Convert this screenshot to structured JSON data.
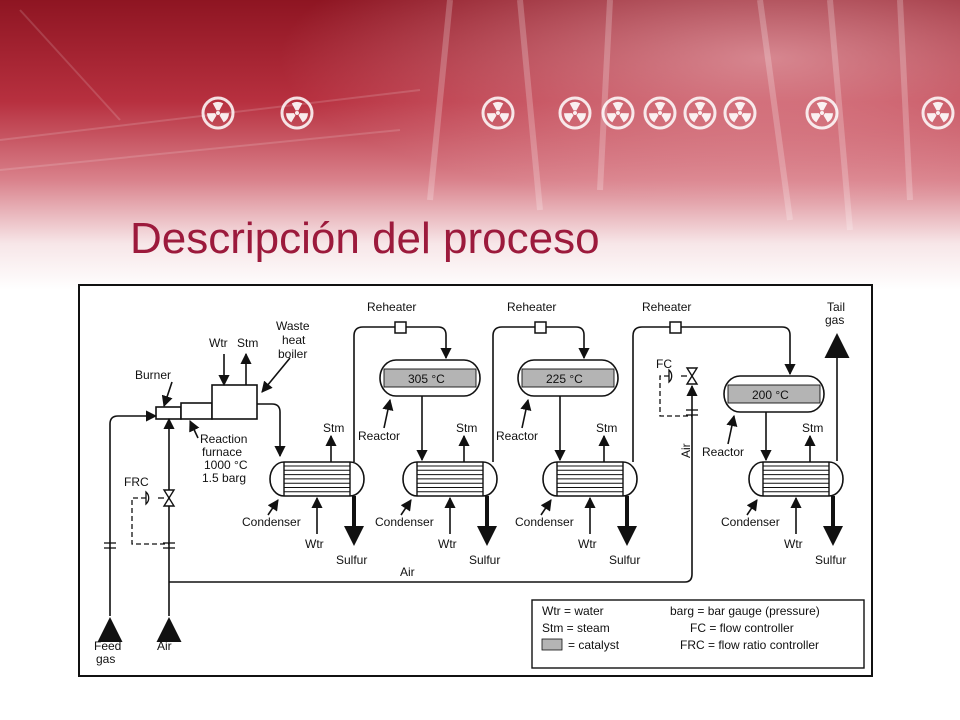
{
  "slide": {
    "title": "Descripción del proceso"
  },
  "colors": {
    "title": "#9c1a3c",
    "banner": "#b7303f",
    "catalyst": "#b4b4b4",
    "line": "#111111"
  },
  "diagram": {
    "labels": {
      "burner": "Burner",
      "wtr_top": "Wtr",
      "stm_top": "Stm",
      "waste": "Waste",
      "heat": "heat",
      "boiler": "boiler",
      "reaction": "Reaction",
      "furnace": "furnace",
      "furnace_temp": "1000 °C",
      "furnace_pressure": "1.5 barg",
      "frc": "FRC",
      "fc": "FC",
      "air_vertical": "Air",
      "air_line": "Air",
      "feed": "Feed",
      "gas": "gas",
      "air_inlet": "Air",
      "tail": "Tail",
      "tail_gas": "gas"
    },
    "reheaters": [
      "Reheater",
      "Reheater",
      "Reheater"
    ],
    "reactors": [
      {
        "temp": "305 °C",
        "label": "Reactor"
      },
      {
        "temp": "225 °C",
        "label": "Reactor"
      },
      {
        "temp": "200 °C",
        "label": "Reactor"
      }
    ],
    "condensers": [
      {
        "stm": "Stm",
        "label": "Condenser",
        "wtr": "Wtr",
        "sulfur": "Sulfur"
      },
      {
        "stm": "Stm",
        "label": "Condenser",
        "wtr": "Wtr",
        "sulfur": "Sulfur"
      },
      {
        "stm": "Stm",
        "label": "Condenser",
        "wtr": "Wtr",
        "sulfur": "Sulfur"
      },
      {
        "stm": "Stm",
        "label": "Condenser",
        "wtr": "Wtr",
        "sulfur": "Sulfur"
      }
    ],
    "legend": {
      "left": [
        "Wtr = water",
        "Stm = steam",
        "= catalyst"
      ],
      "right": [
        "barg = bar gauge (pressure)",
        "FC = flow controller",
        "FRC = flow ratio controller"
      ]
    }
  }
}
